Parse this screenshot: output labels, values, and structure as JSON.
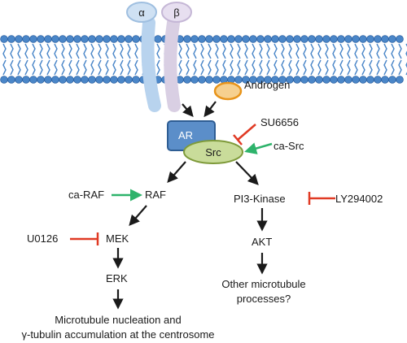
{
  "integrin": {
    "alpha": "α",
    "beta": "β"
  },
  "nodes": {
    "androgen": "Androgen",
    "ar": "AR",
    "src": "Src",
    "su6656": "SU6656",
    "ca_src": "ca-Src",
    "ca_raf": "ca-RAF",
    "raf": "RAF",
    "pi3k": "PI3-Kinase",
    "ly294002": "LY294002",
    "u0126": "U0126",
    "mek": "MEK",
    "erk": "ERK",
    "akt": "AKT"
  },
  "outcomes": {
    "left_line1": "Microtubule nucleation and",
    "left_line2": "γ-tubulin accumulation at the centrosome",
    "right_line1": "Other microtubule",
    "right_line2": "processes?"
  },
  "colors": {
    "membrane": "#4a86c8",
    "membrane_dark": "#2f63a3",
    "alpha_subunit": "#b8d3ee",
    "beta_subunit": "#d9cfe3",
    "androgen_fill": "#f6d08f",
    "androgen_stroke": "#e8941a",
    "ar_fill": "#5b8ec9",
    "ar_stroke": "#2e5d93",
    "src_fill": "#c9dc9a",
    "src_stroke": "#7e9a3a",
    "activation_arrow": "#1a1a1a",
    "inhibitor": "#e03a24",
    "activator": "#2eb36b"
  }
}
